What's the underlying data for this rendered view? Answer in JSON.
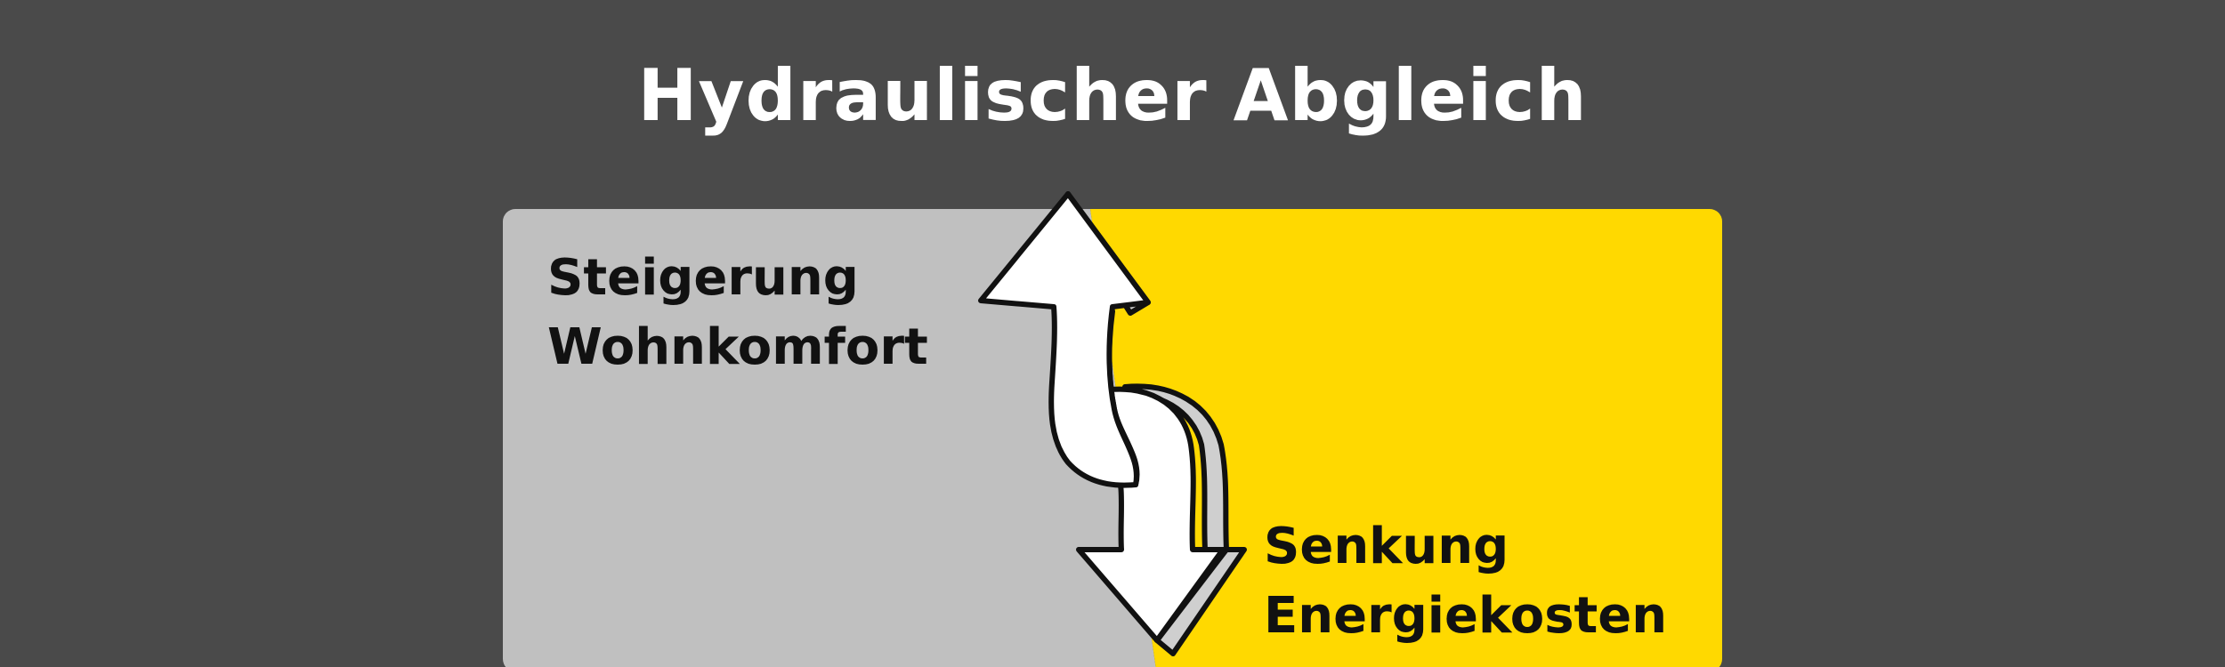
{
  "title": "Hydraulischer Abgleich",
  "left_panel": {
    "line1": "Steigerung",
    "line2": "Wohnkomfort",
    "color": "#c0c0c0"
  },
  "right_panel": {
    "line1": "Senkung",
    "line2": "Energiekosten",
    "color": "#ffd900"
  },
  "background_color": "#4a4a4a",
  "icon": "double-curved-arrow-icon"
}
